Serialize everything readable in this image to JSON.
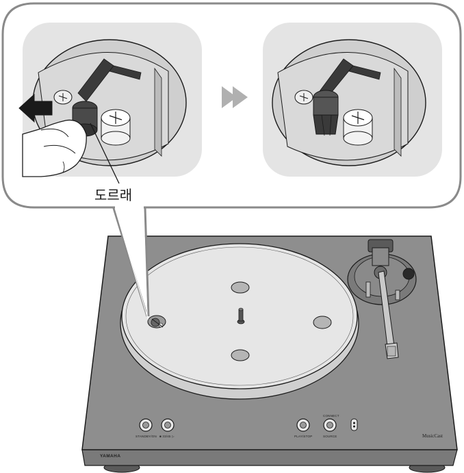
{
  "callout": {
    "label": "도르래"
  },
  "turntable": {
    "brand": "YAMAHA",
    "product_logo": "MusicCast",
    "buttons": [
      {
        "label": "STANDBY/ON"
      },
      {
        "label": "■ 33/45 ▷"
      },
      {
        "label": "PLAY/STOP"
      },
      {
        "label": "SOURCE",
        "top_label": "CONNECT"
      }
    ]
  },
  "icons": {
    "pull_arrow": "arrow-left-icon",
    "step_arrow": "double-chevron-right-icon"
  },
  "colors": {
    "panel_bg": "#e4e4e4",
    "body_gray": "#8e8e8e",
    "outline": "#1a1a1a",
    "arrow_gray": "#b0b0b0"
  }
}
